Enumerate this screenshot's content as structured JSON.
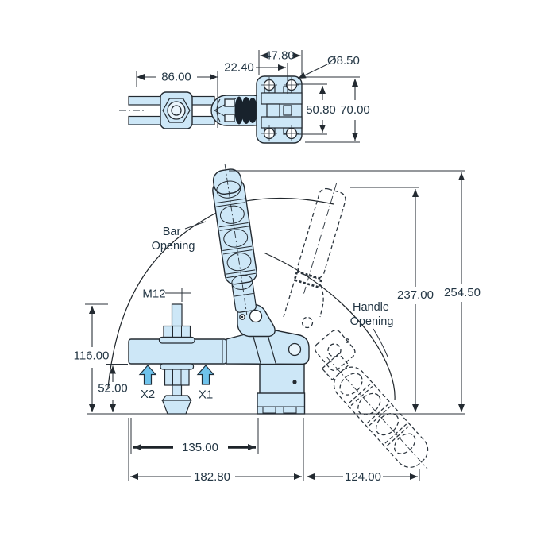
{
  "colors": {
    "background": "#ffffff",
    "body_fill": "#cde7f7",
    "outline": "#232a31",
    "grip_dark": "#18222c",
    "dimension_text": "#233644",
    "force_arrow_fill": "#6fc3ec"
  },
  "top_view": {
    "dims": {
      "arm_length": "86.00",
      "hole_offset": "22.40",
      "plate_width": "47.80",
      "hole_diameter": "Ø8.50",
      "hole_row_spacing": "50.80",
      "plate_height": "70.00"
    }
  },
  "front_view": {
    "labels": {
      "bar_opening_line1": "Bar",
      "bar_opening_line2": "Opening",
      "handle_opening_line1": "Handle",
      "handle_opening_line2": "Opening",
      "spindle_thread": "M12",
      "force_point_1": "X1",
      "force_point_2": "X2"
    },
    "dims": {
      "height_to_bar": "116.00",
      "bar_clearance": "52.00",
      "bar_length": "135.00",
      "base_length": "182.80",
      "handle_overhang": "124.00",
      "handle_open_height": "237.00",
      "overall_height": "254.50"
    }
  }
}
